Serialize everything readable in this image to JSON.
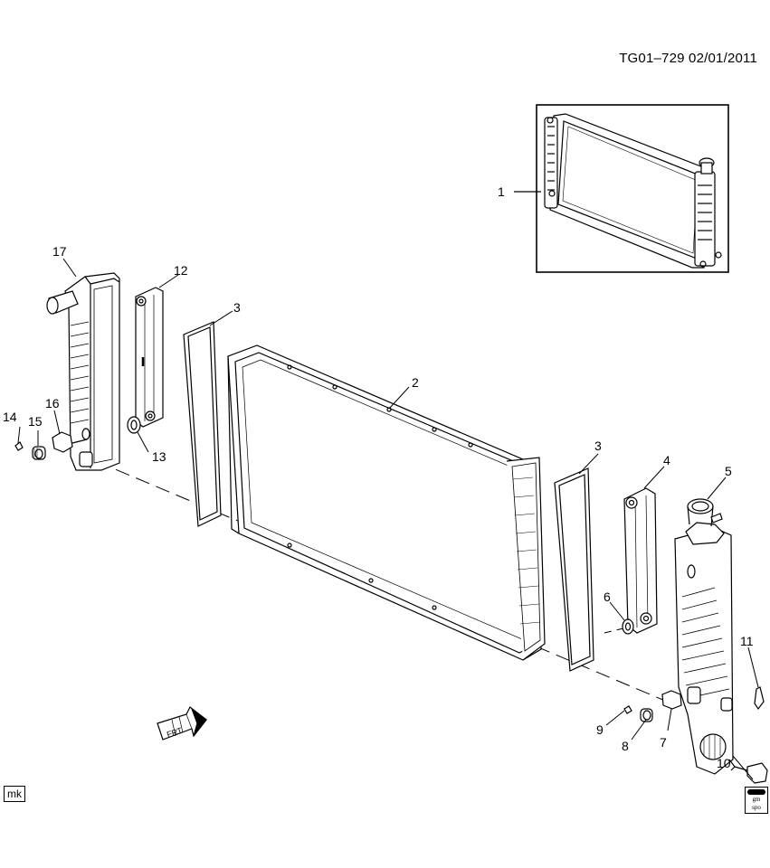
{
  "header": {
    "code": "TG01–729  02/01/2011"
  },
  "callouts": [
    {
      "id": "c1",
      "text": "1"
    },
    {
      "id": "c2",
      "text": "2"
    },
    {
      "id": "c3a",
      "text": "3"
    },
    {
      "id": "c3b",
      "text": "3"
    },
    {
      "id": "c4",
      "text": "4"
    },
    {
      "id": "c5",
      "text": "5"
    },
    {
      "id": "c6",
      "text": "6"
    },
    {
      "id": "c7",
      "text": "7"
    },
    {
      "id": "c8",
      "text": "8"
    },
    {
      "id": "c9",
      "text": "9"
    },
    {
      "id": "c10",
      "text": "10"
    },
    {
      "id": "c11",
      "text": "11"
    },
    {
      "id": "c12",
      "text": "12"
    },
    {
      "id": "c13",
      "text": "13"
    },
    {
      "id": "c14",
      "text": "14"
    },
    {
      "id": "c15",
      "text": "15"
    },
    {
      "id": "c16",
      "text": "16"
    },
    {
      "id": "c17",
      "text": "17"
    }
  ],
  "front_arrow": {
    "label": "FRT"
  },
  "footer": {
    "left_tag": "mk",
    "logo_top": "gm",
    "logo_bottom": "spo"
  }
}
